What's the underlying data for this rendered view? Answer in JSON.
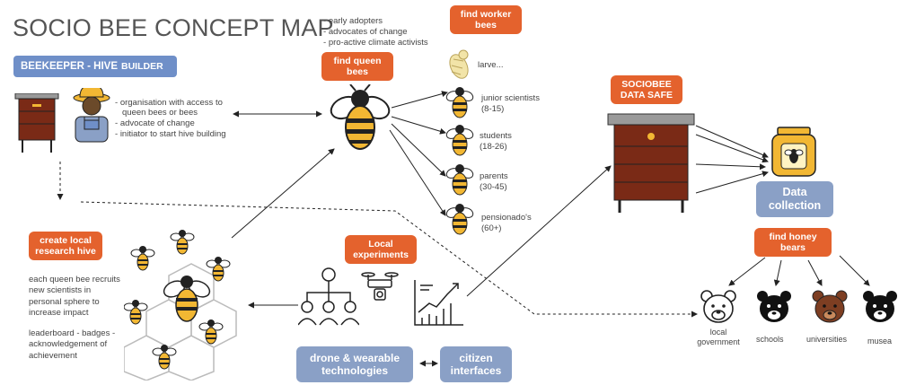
{
  "title": "SOCIO BEE CONCEPT MAP",
  "beekeeper": {
    "label": "BEEKEEPER - HIVE",
    "label_suffix": "BUILDER",
    "bullets": [
      "organisation with access to",
      "queen bees or bees",
      "advocate of change",
      "initiator to start hive building"
    ]
  },
  "queen_audience": [
    "early adopters",
    "advocates of change",
    "pro-active climate activists"
  ],
  "find_queen_bees": "find queen bees",
  "find_worker_bees": "find worker bees",
  "workers": [
    {
      "label": "larve..."
    },
    {
      "label": "junior scientists",
      "sub": "(8-15)"
    },
    {
      "label": "students",
      "sub": "(18-26)"
    },
    {
      "label": "parents",
      "sub": "(30-45)"
    },
    {
      "label": "pensionado's",
      "sub": "(60+)"
    }
  ],
  "create_local_hive": "create local research hive",
  "hive_text_1": "each queen bee recruits new scientists in personal sphere to increase impact",
  "hive_text_2": "leaderboard - badges - acknowledgement of achievement",
  "local_experiments": "Local experiments",
  "drone_wearable": "drone & wearable technologies",
  "citizen_interfaces": "citizen interfaces",
  "data_safe": "SOCIOBEE DATA SAFE",
  "data_collection": "Data collection",
  "find_honey_bears": "find honey bears",
  "bears": [
    {
      "label": "local government"
    },
    {
      "label": "schools"
    },
    {
      "label": "universities"
    },
    {
      "label": "musea"
    }
  ],
  "colors": {
    "orange": "#e4622d",
    "blue_box": "#8aa0c6",
    "header_blue": "#6f8fc8",
    "bee_yellow": "#f2b733",
    "hive_brown": "#7a2a16",
    "bear_brown": "#7d3e22"
  }
}
